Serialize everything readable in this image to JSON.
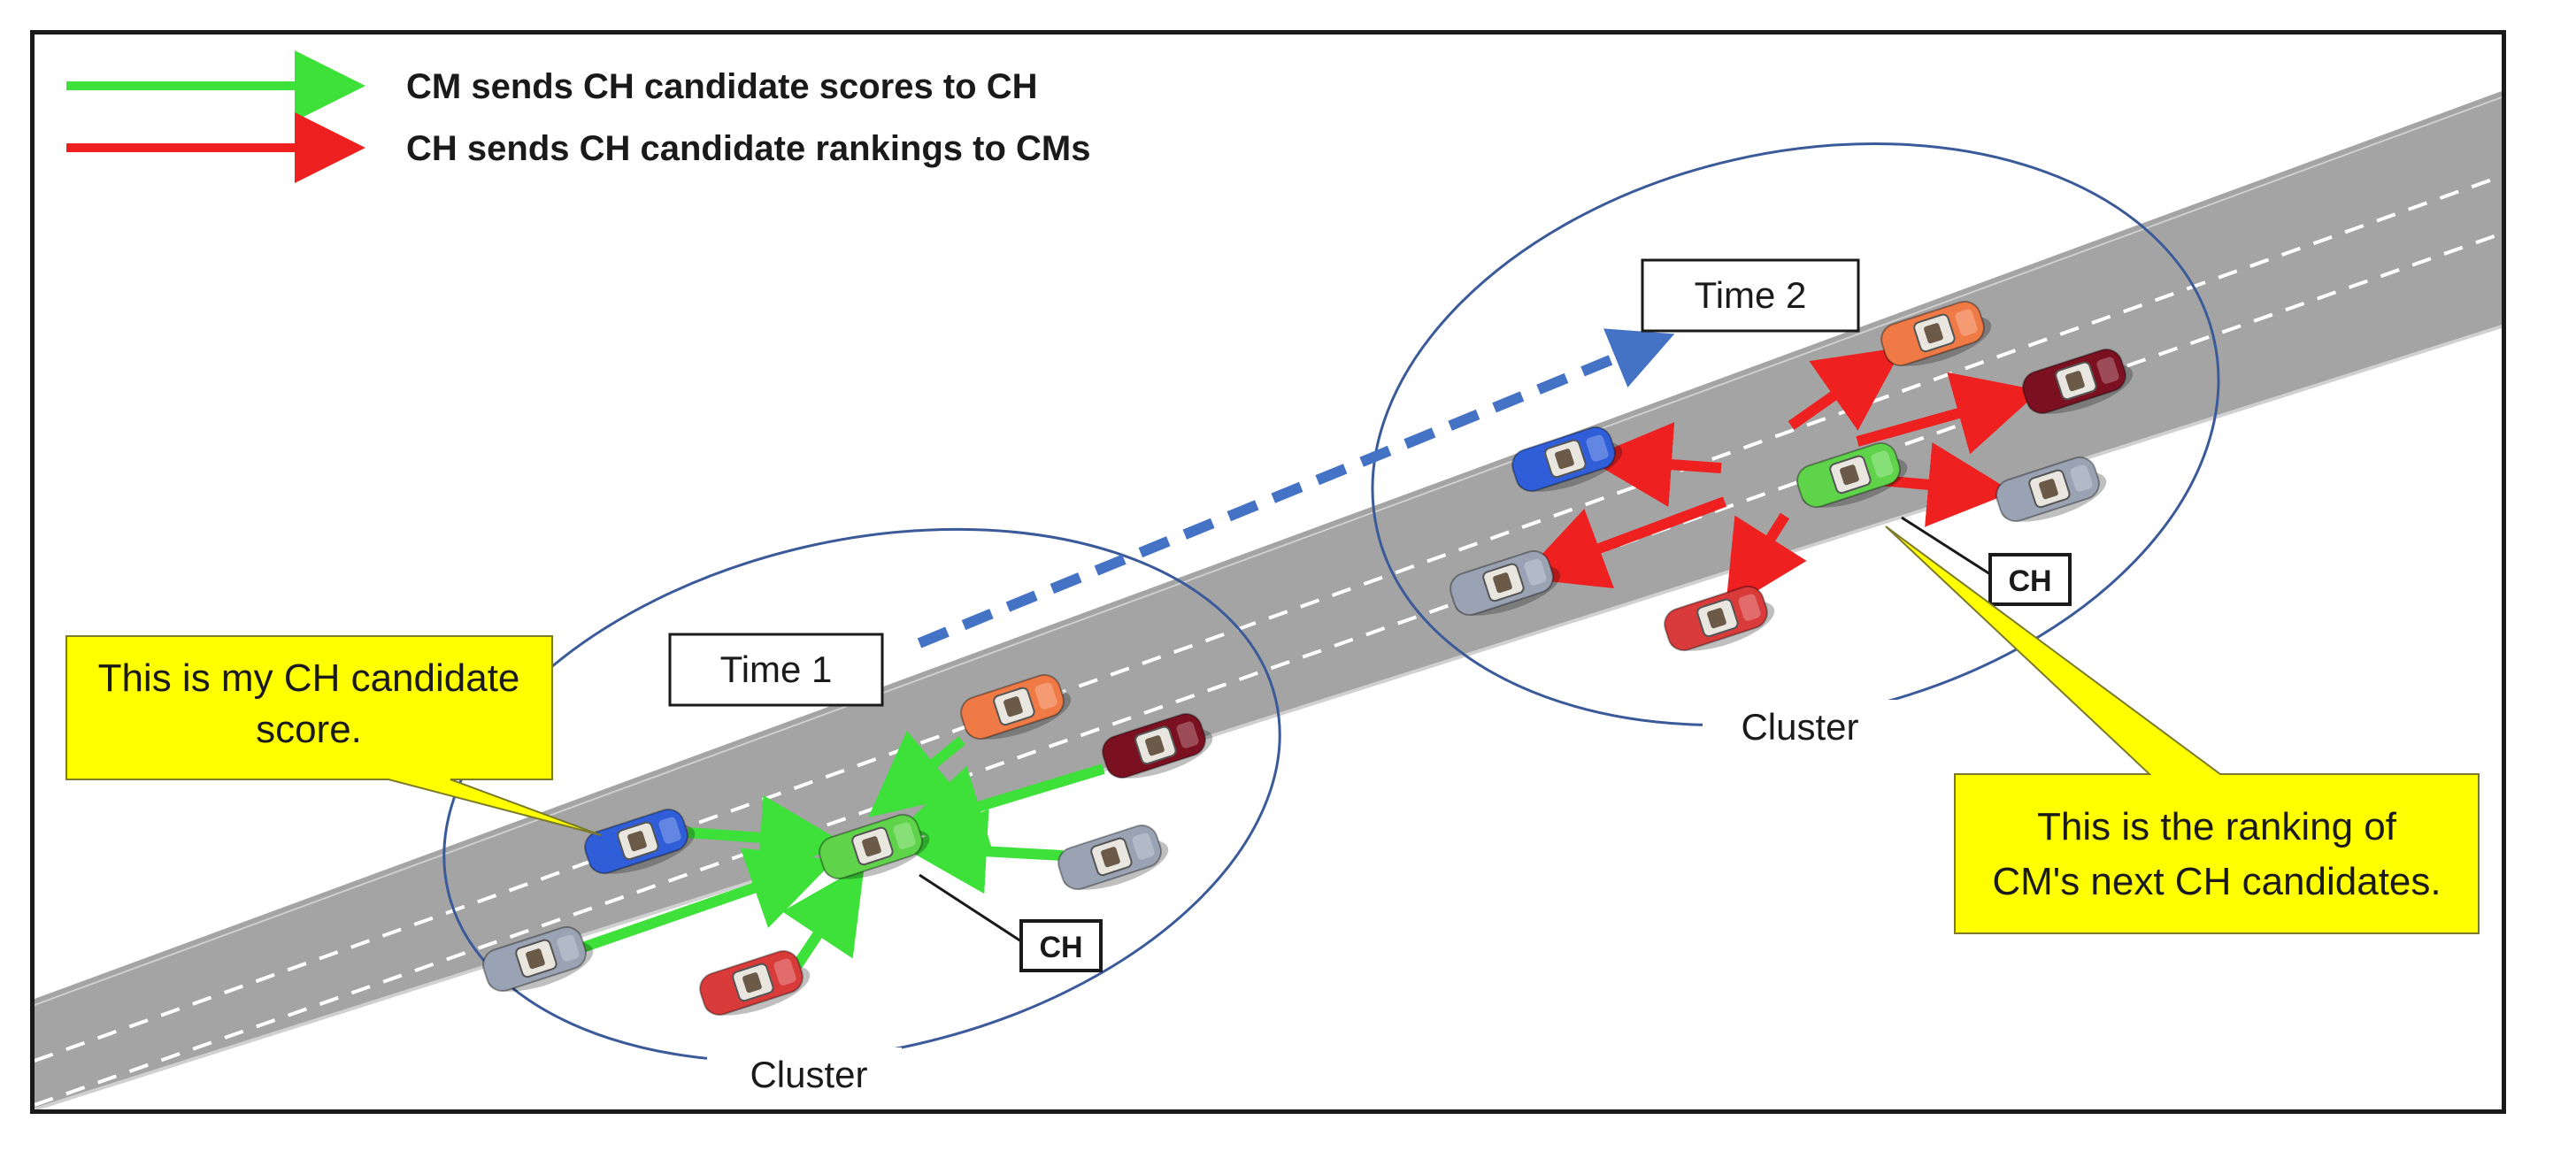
{
  "legend": {
    "green_label": "CM sends CH candidate scores to CH",
    "red_label": "CH sends CH candidate rankings to CMs",
    "green_color": "#3ee03a",
    "red_color": "#ee2020"
  },
  "time_labels": {
    "time1": "Time 1",
    "time2": "Time 2"
  },
  "cluster_labels": {
    "cluster1": "Cluster",
    "cluster2": "Cluster"
  },
  "ch_labels": {
    "ch1": "CH",
    "ch2": "CH"
  },
  "callouts": {
    "left": {
      "line1": "This is my CH candidate",
      "line2": "score."
    },
    "right": {
      "line1": "This is the ranking of",
      "line2": "CM's next CH candidates."
    }
  },
  "colors": {
    "road": "#a4a4a4",
    "cluster_outline": "#3b5a9a",
    "transition_arrow": "#4472c4",
    "callout_fill": "#ffff00",
    "car_green": "#5fd44a",
    "car_blue": "#2f5ed8",
    "car_orange": "#f07a45",
    "car_maroon": "#7a1020",
    "car_gray": "#9aa3b4",
    "car_red": "#d93b3b"
  },
  "icons": {
    "vehicle": "car-icon"
  }
}
